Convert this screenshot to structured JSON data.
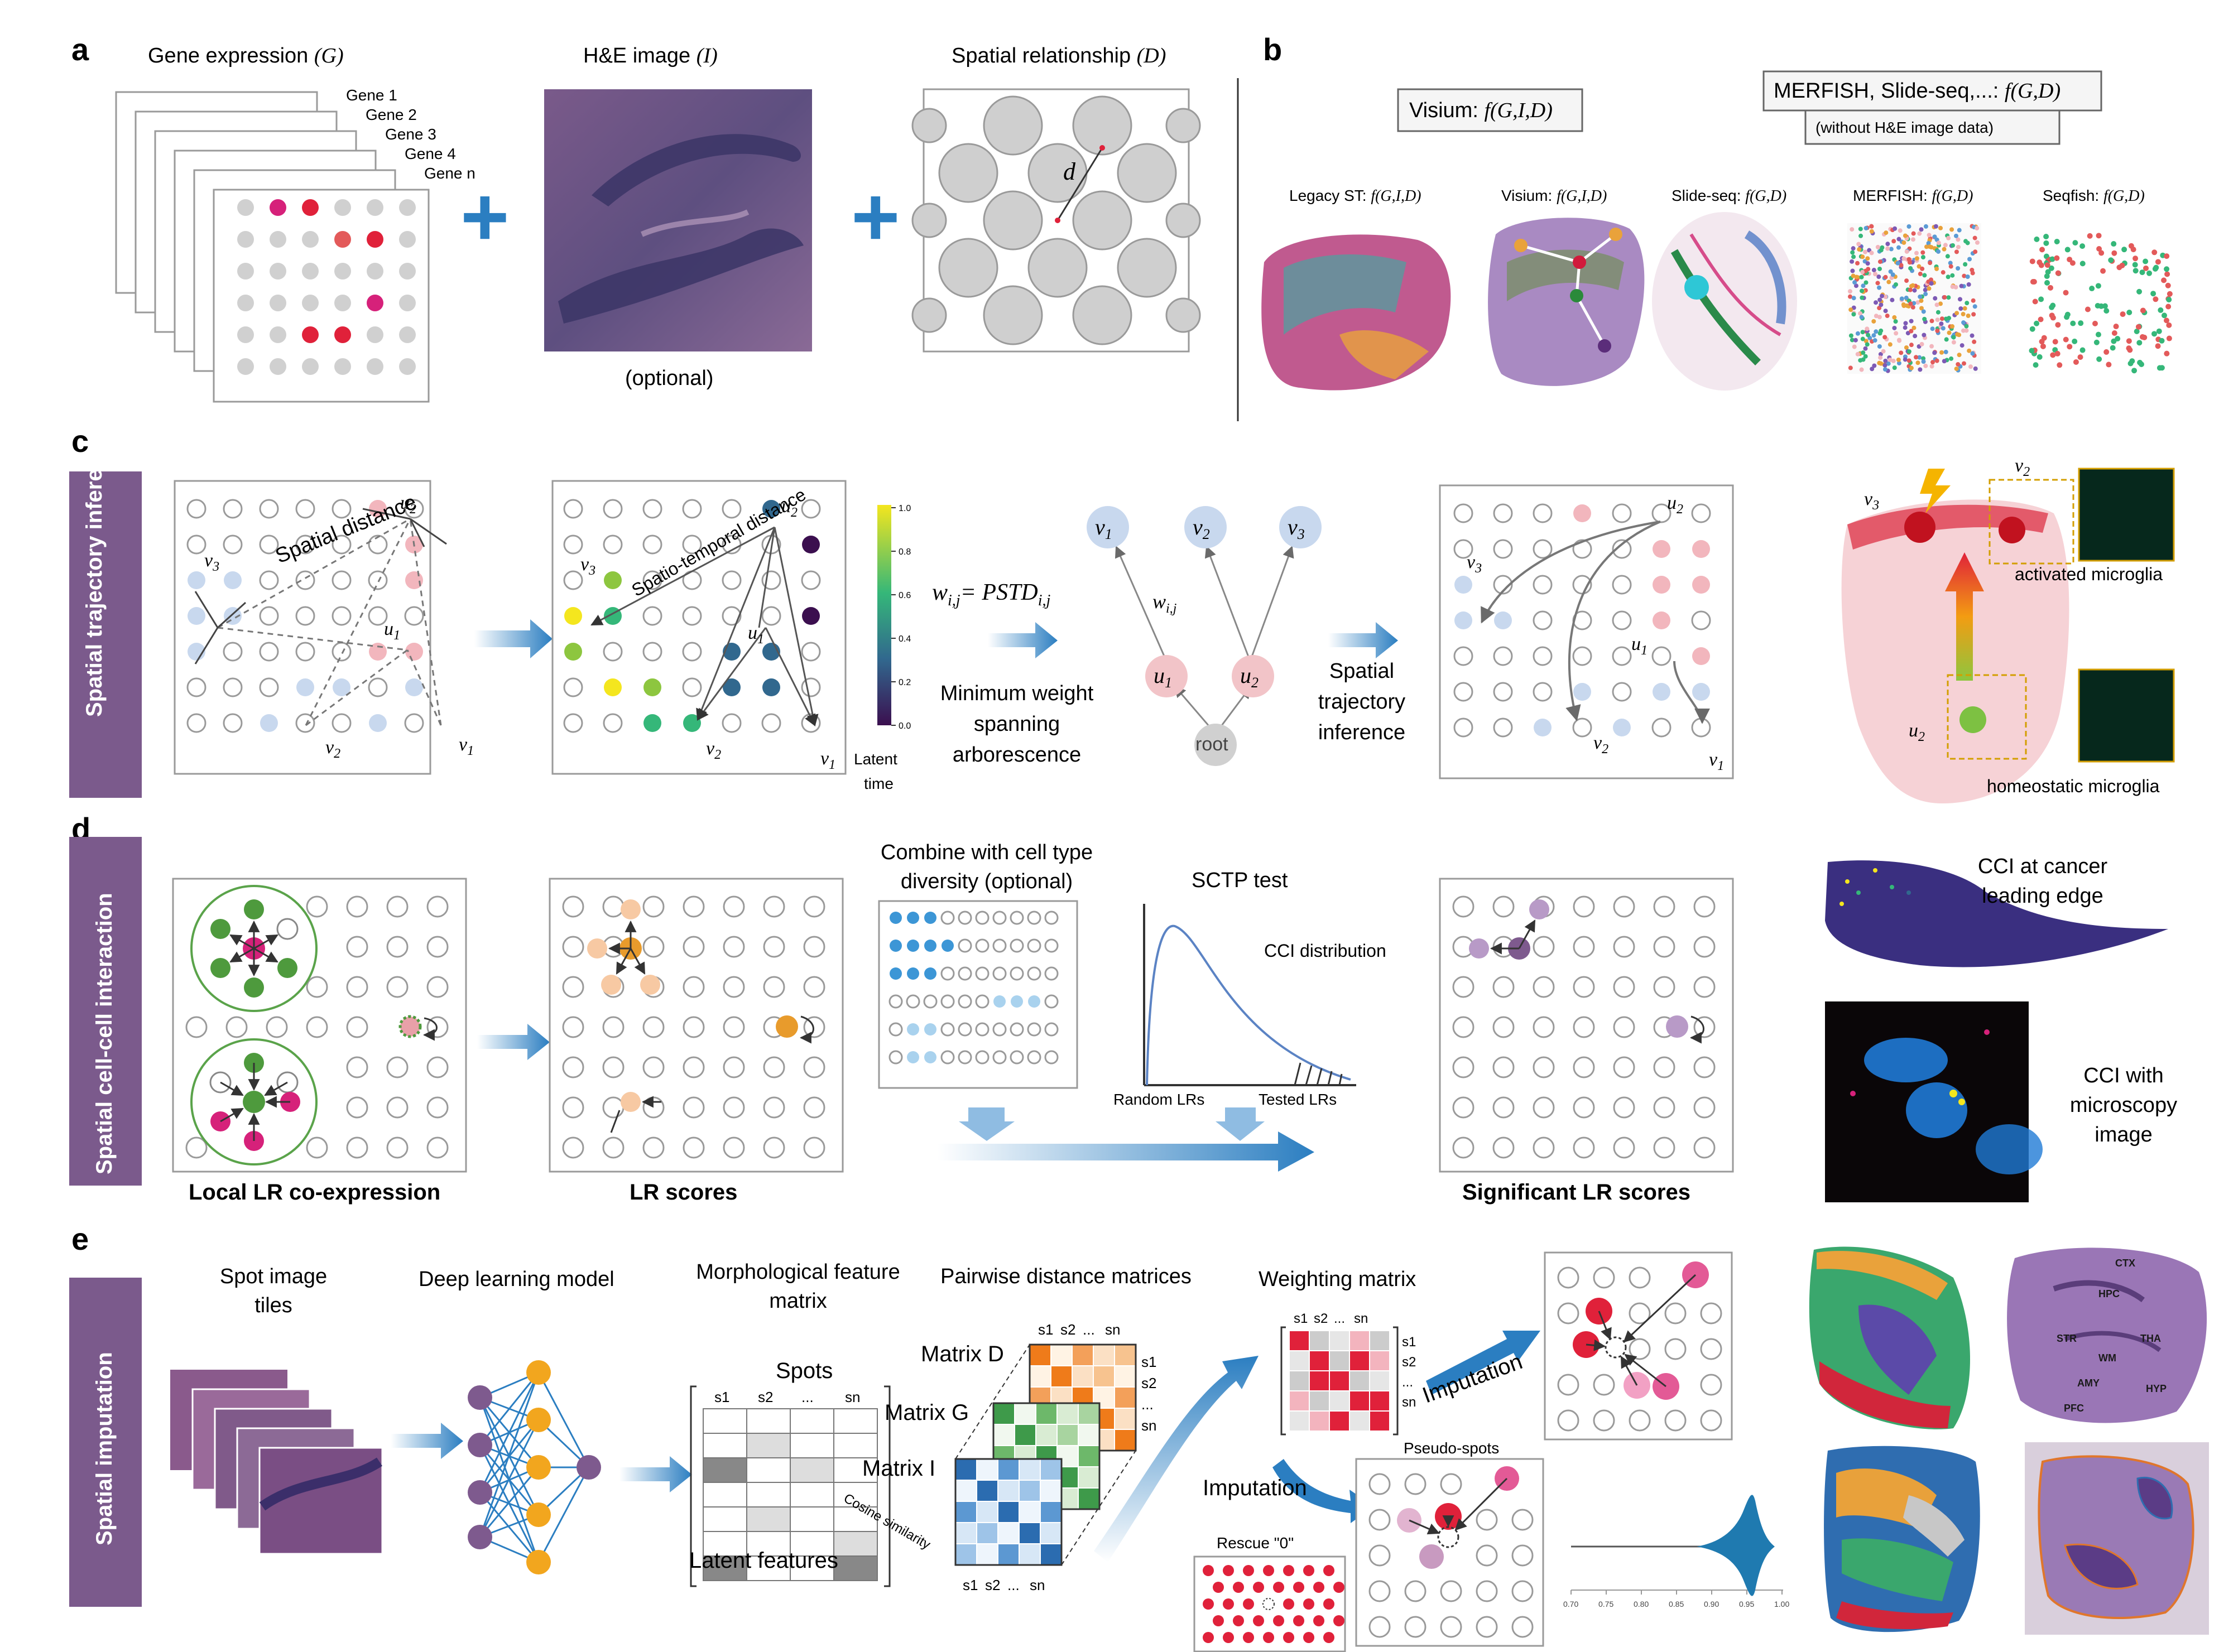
{
  "panel_a": {
    "letter": "a",
    "gene_expression_title": "Gene expression",
    "gene_expression_symbol": "(G)",
    "gene_labels": [
      "Gene 1",
      "Gene 2",
      "Gene 3",
      "Gene 4",
      "Gene n"
    ],
    "he_title": "H&E image",
    "he_symbol": "(I)",
    "he_optional": "(optional)",
    "spatial_title": "Spatial relationship",
    "spatial_symbol": "(D)",
    "distance_symbol": "d",
    "plus": "+"
  },
  "panel_b": {
    "letter": "b",
    "visium_box": "Visium:",
    "visium_box_formula": "f(G,I,D)",
    "merfish_box": "MERFISH, Slide-seq,...:",
    "merfish_box_formula": "f(G,D)",
    "merfish_note": "(without H&E image data)",
    "platforms": [
      {
        "name": "Legacy ST:",
        "formula": "f(G,I,D)"
      },
      {
        "name": "Visium:",
        "formula": "f(G,I,D)"
      },
      {
        "name": "Slide-seq:",
        "formula": "f(G,D)"
      },
      {
        "name": "MERFISH:",
        "formula": "f(G,D)"
      },
      {
        "name": "Seqfish:",
        "formula": "f(G,D)"
      }
    ]
  },
  "panel_c": {
    "letter": "c",
    "side_label": "Spatial trajectory inference",
    "spatial_distance": "Spatial distance",
    "spatio_temporal": "Spatio-temporal distance",
    "node_u1": "u1",
    "node_u2": "u2",
    "node_v1": "v1",
    "node_v2": "v2",
    "node_v3": "v3",
    "colorbar_ticks": [
      "1.0",
      "0.8",
      "0.6",
      "0.4",
      "0.2",
      "0.0"
    ],
    "colorbar_label": "Latent time",
    "weight_eq": "w",
    "weight_sub": "i,j",
    "weight_rhs": "= PSTD",
    "weight_rhs_sub": "i,j",
    "msa_label": "Minimum weight spanning arborescence",
    "tree_root": "root",
    "tree_edge": "w",
    "tree_edge_sub": "i,j",
    "sti_label": "Spatial trajectory inference",
    "activated": "activated microglia",
    "homeostatic": "homeostatic microglia"
  },
  "panel_d": {
    "letter": "d",
    "side_label": "Spatial cell-cell interaction",
    "local_lr": "Local LR co-expression",
    "lr_scores": "LR scores",
    "combine": "Combine with cell type diversity (optional)",
    "sctp": "SCTP test",
    "cci_dist": "CCI distribution",
    "random_lrs": "Random LRs",
    "tested_lrs": "Tested LRs",
    "significant": "Significant LR scores",
    "cci_cancer": "CCI at cancer leading edge",
    "cci_microscopy": "CCI with microscopy image"
  },
  "panel_e": {
    "letter": "e",
    "side_label": "Spatial imputation",
    "spot_tiles": "Spot image tiles",
    "deep_model": "Deep learning model",
    "morph_matrix": "Morphological feature matrix",
    "spots": "Spots",
    "latent_features": "Latent features",
    "pairwise": "Pairwise distance matrices",
    "matrix_d": "Matrix D",
    "matrix_g": "Matrix G",
    "matrix_i": "Matrix I",
    "cosine": "Cosine similarity",
    "weighting": "Weighting matrix",
    "imputation_top": "Imputation",
    "imputation_bottom": "Imputation",
    "pseudo_spots": "Pseudo-spots",
    "rescue": "Rescue \"0\"",
    "col_labels": [
      "s1",
      "s2",
      "...",
      "sn"
    ],
    "violin_ticks": [
      "0.70",
      "0.75",
      "0.80",
      "0.85",
      "0.90",
      "0.95",
      "1.00"
    ],
    "brain_regions": [
      "CTX",
      "HPC",
      "STR",
      "THA",
      "WM",
      "AMY",
      "HYP",
      "PFC"
    ]
  },
  "colors": {
    "side_panel": "#7b5a8c",
    "accent_blue": "#2b7ec1",
    "spot_red": "#e0213a",
    "spot_pink": "#f2b6bd",
    "spot_blue": "#c8d8ee",
    "green": "#5aa34a"
  }
}
